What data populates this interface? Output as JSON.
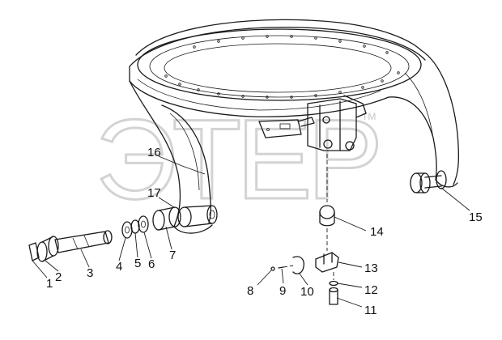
{
  "watermark": {
    "text": "ЭТЕР",
    "mark": "TM"
  },
  "callouts": [
    "1",
    "2",
    "3",
    "4",
    "5",
    "6",
    "7",
    "8",
    "9",
    "10",
    "11",
    "12",
    "13",
    "14",
    "15",
    "16",
    "17"
  ]
}
